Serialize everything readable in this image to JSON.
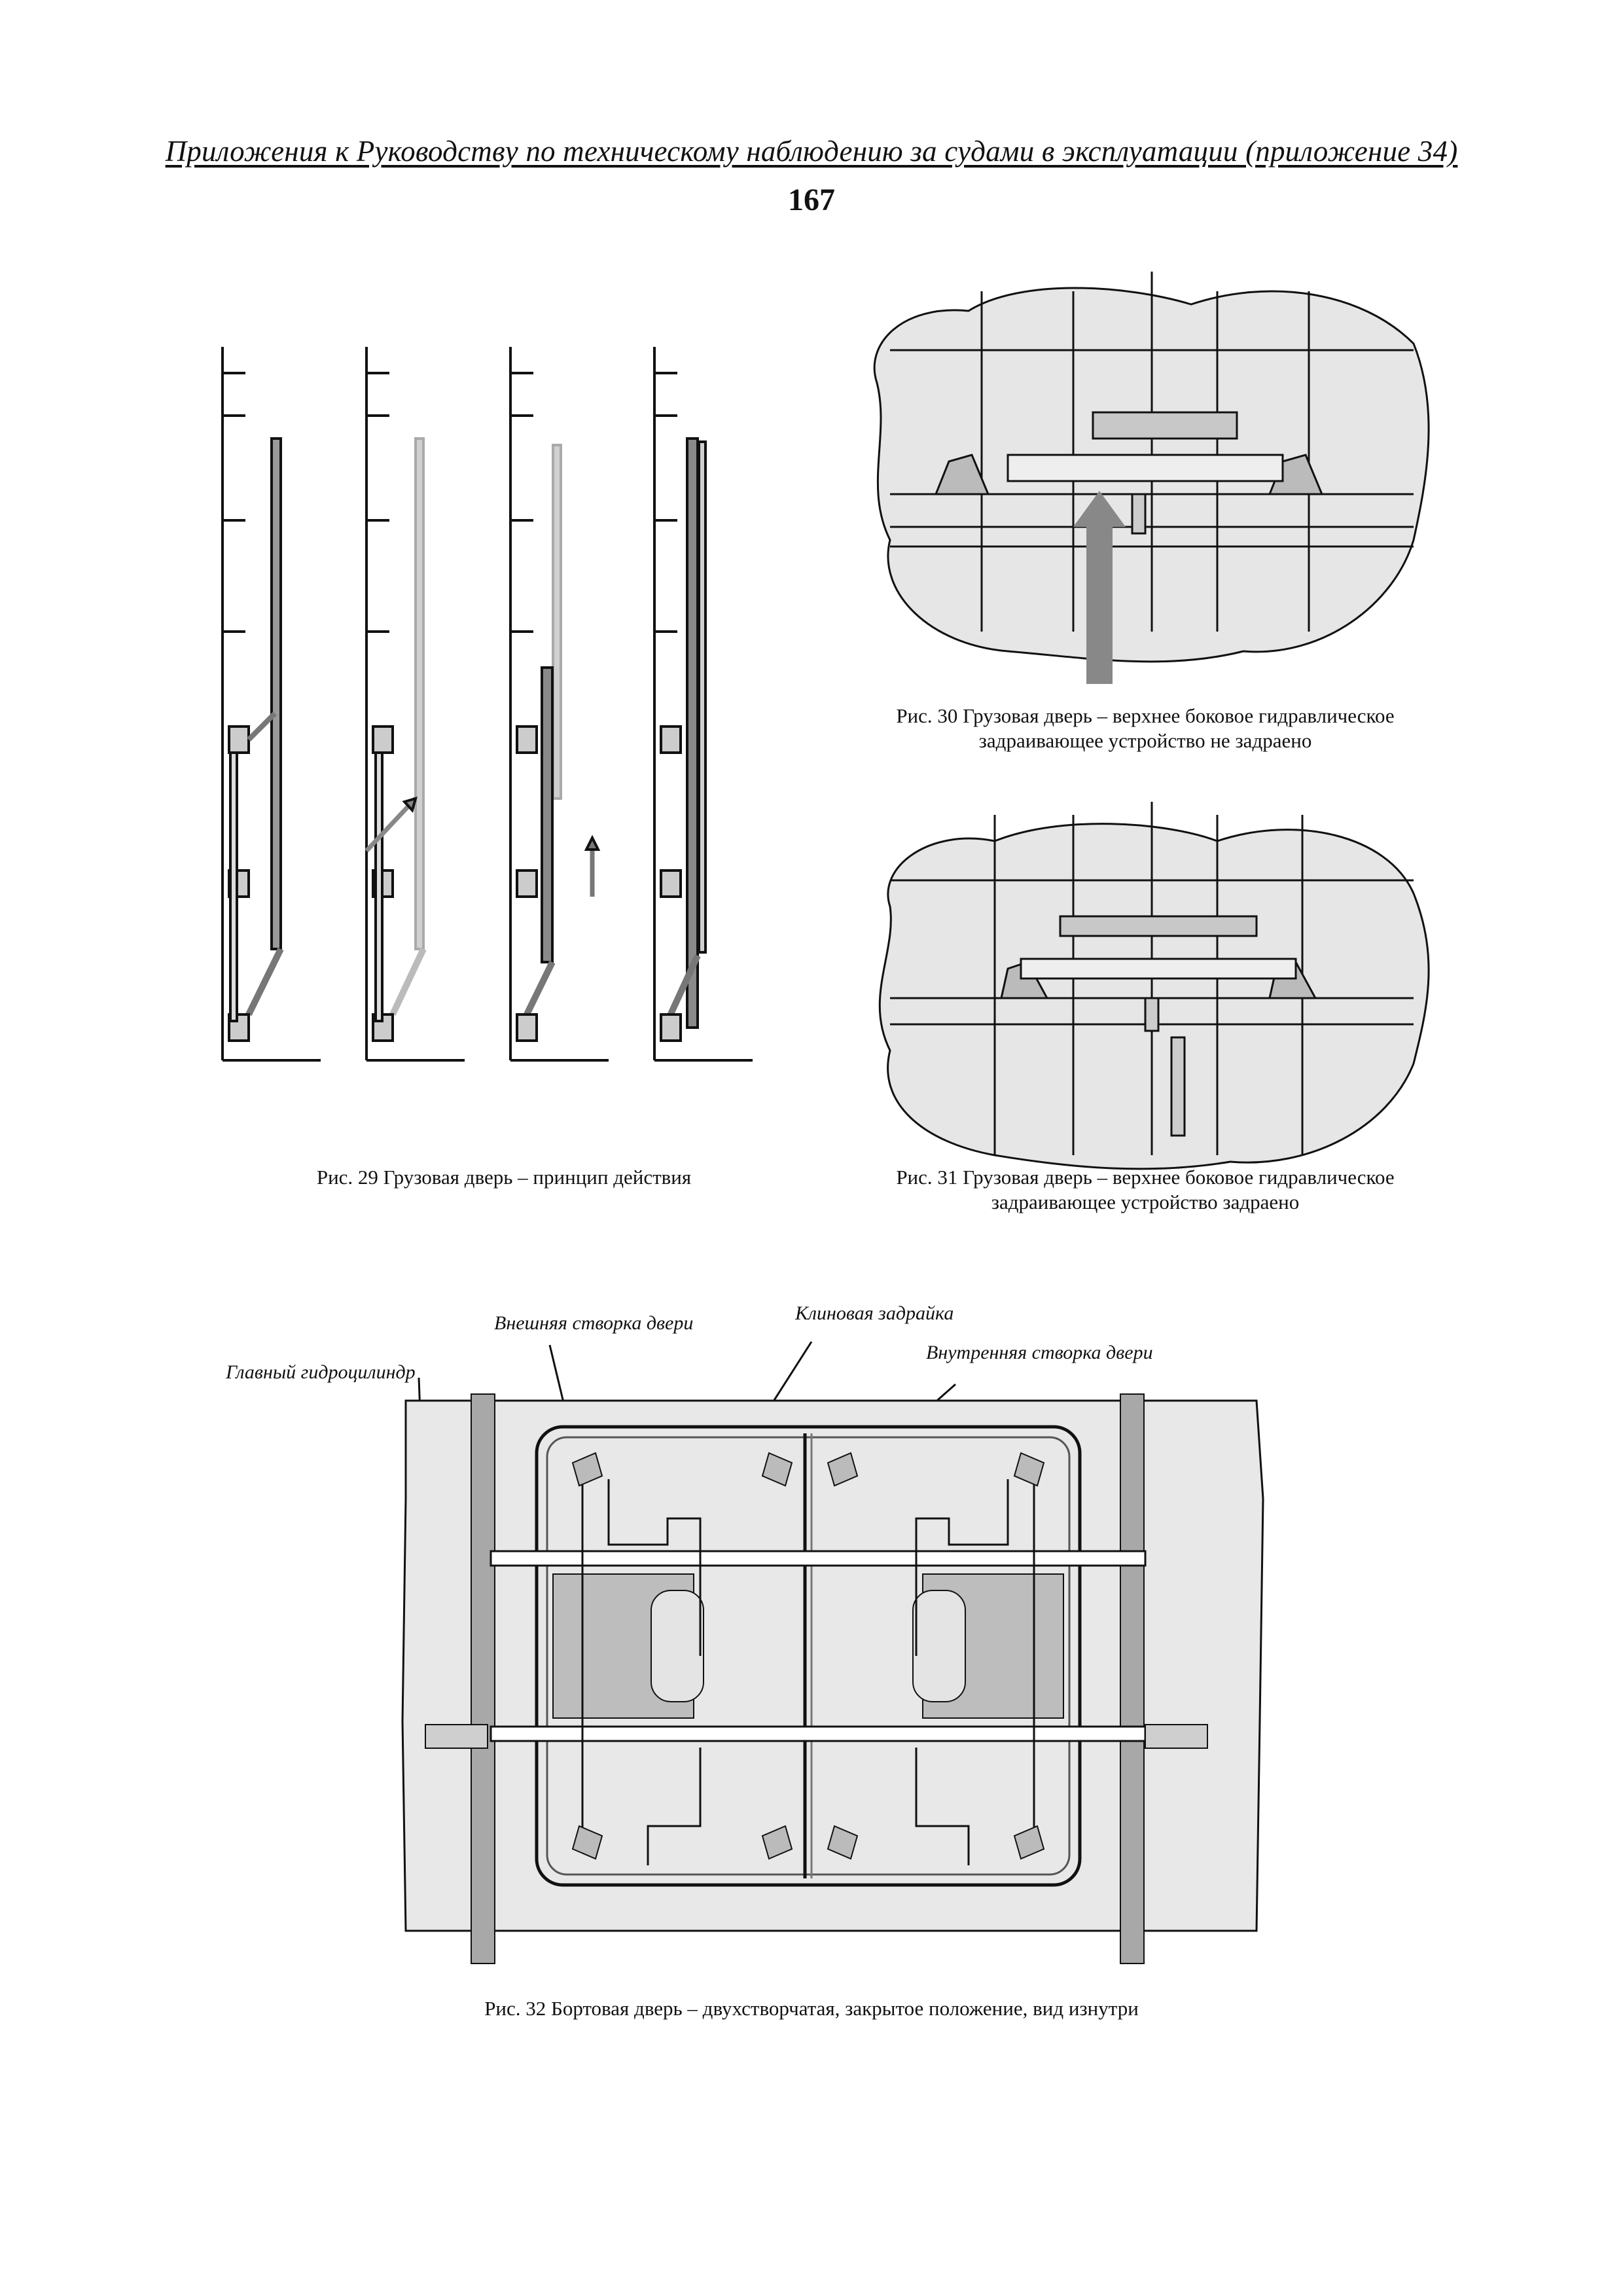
{
  "header": {
    "running_title": "Приложения к Руководству по техническому наблюдению за судами в эксплуатации (приложение 34)",
    "page_number": "167"
  },
  "figures": {
    "fig29": {
      "caption": "Рис. 29 Грузовая дверь – принцип действия"
    },
    "fig30": {
      "caption_line1": "Рис. 30 Грузовая дверь – верхнее боковое гидравлическое",
      "caption_line2": "задраивающее устройство не задраено"
    },
    "fig31": {
      "caption_line1": "Рис. 31 Грузовая дверь – верхнее боковое гидравлическое",
      "caption_line2": "задраивающее устройство задраено"
    },
    "fig32": {
      "caption": "Рис. 32 Бортовая дверь – двухстворчатая, закрытое положение, вид изнутри",
      "labels": {
        "outer_leaf": "Внешняя створка двери",
        "wedge_cleat": "Клиновая задрайка",
        "inner_leaf": "Внутренняя створка двери",
        "main_cylinder": "Главный гидроцилиндр"
      }
    }
  },
  "colors": {
    "ink": "#111111",
    "grey_fill": "#bdbdbd",
    "light_fill": "#e4e4e4",
    "mid_grey": "#8a8a8a"
  }
}
